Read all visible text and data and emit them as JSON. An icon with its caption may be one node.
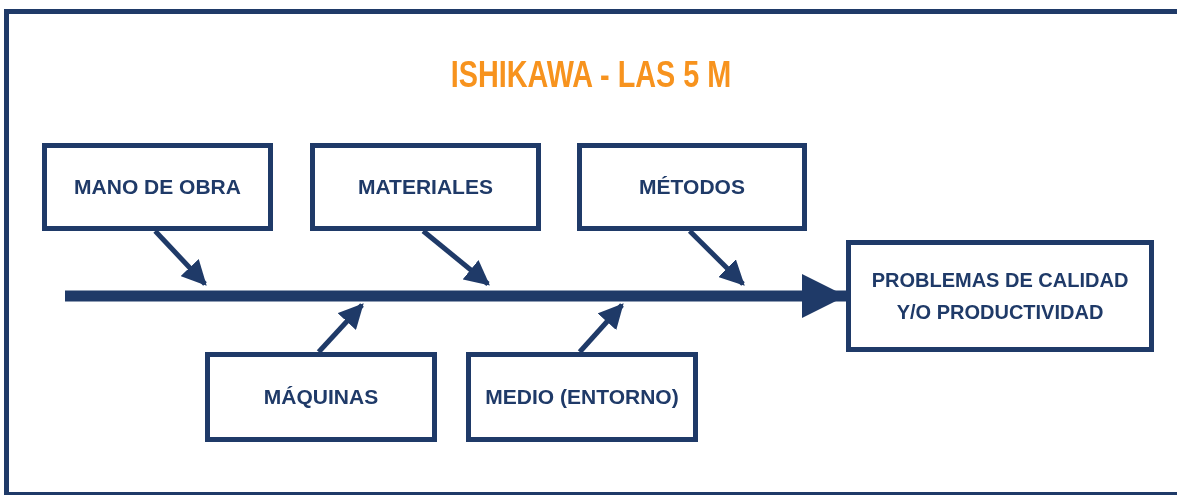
{
  "diagram": {
    "title": "ISHIKAWA - LAS 5 M",
    "nodes": [
      {
        "text": [
          "MANO DE OBRA"
        ]
      },
      {
        "text": [
          "MATERIALES"
        ]
      },
      {
        "text": [
          "MÉTODOS"
        ]
      },
      {
        "text": [
          "PROBLEMAS DE CALIDAD Y/O PRODUCTIVIDAD"
        ]
      },
      {
        "text": [
          "MÁQUINAS"
        ]
      },
      {
        "text": [
          "MEDIO (ENTORNO)"
        ]
      }
    ],
    "edges": [
      {
        "from": null,
        "to": 3,
        "arrow": "to",
        "style": "thick"
      },
      {
        "from": 0,
        "to": null,
        "arrow": "to"
      },
      {
        "from": 1,
        "to": null,
        "arrow": "to"
      },
      {
        "from": 2,
        "to": null,
        "arrow": "to"
      },
      {
        "from": 4,
        "to": null,
        "arrow": "to"
      },
      {
        "from": 5,
        "to": null,
        "arrow": "to"
      }
    ]
  }
}
